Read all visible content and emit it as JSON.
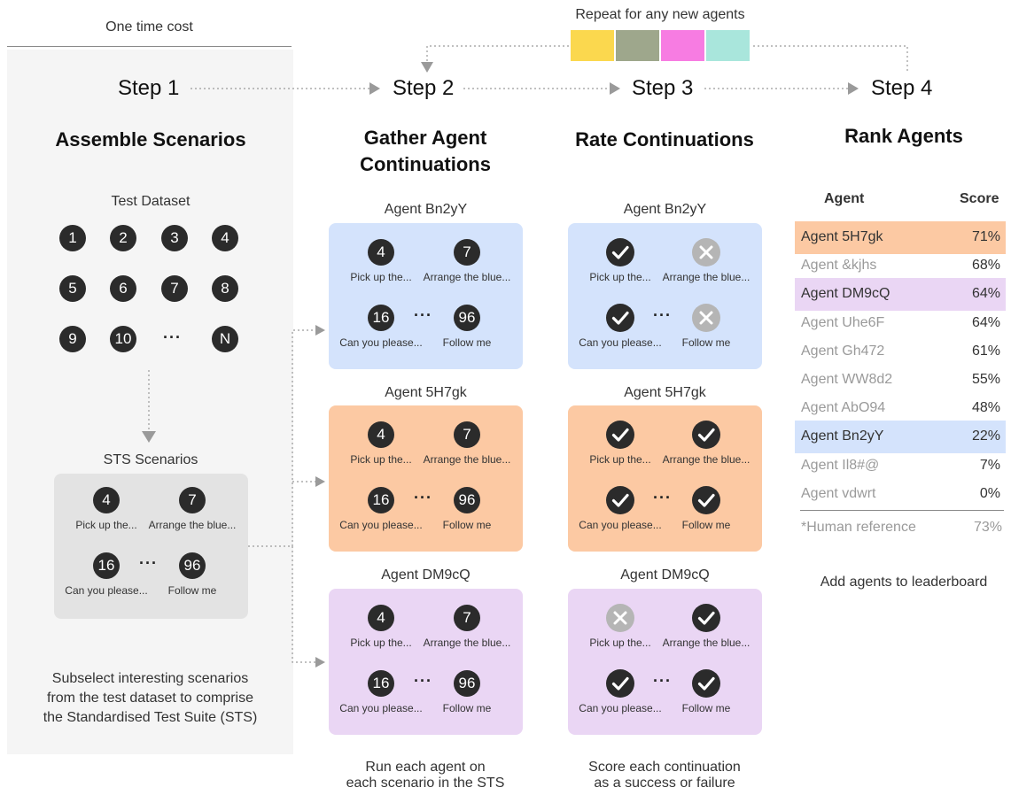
{
  "top": {
    "one_time_cost": "One time cost",
    "repeat_label": "Repeat for any new agents",
    "swatch_colors": [
      "#fbd84e",
      "#9ea78c",
      "#f77ce2",
      "#a9e6dc"
    ]
  },
  "steps": [
    "Step 1",
    "Step 2",
    "Step 3",
    "Step 4"
  ],
  "headings": {
    "assemble": "Assemble Scenarios",
    "gather_line1": "Gather Agent",
    "gather_line2": "Continuations",
    "rate": "Rate Continuations",
    "rank": "Rank Agents"
  },
  "test_dataset": {
    "title": "Test Dataset",
    "items": [
      "1",
      "2",
      "3",
      "4",
      "5",
      "6",
      "7",
      "8",
      "9",
      "10",
      "···",
      "N"
    ]
  },
  "sts": {
    "title": "STS Scenarios",
    "numbers": [
      "4",
      "7",
      "16",
      "96"
    ],
    "labels": [
      "Pick up the...",
      "Arrange the blue...",
      "Can you please...",
      "Follow me"
    ],
    "ellipsis": "···",
    "description_line1": "Subselect interesting scenarios",
    "description_line2": "from the test dataset to comprise",
    "description_line3": "the Standardised Test Suite (STS)"
  },
  "agents": [
    {
      "name": "Agent Bn2yY",
      "color": "#d4e3fc",
      "ratings": [
        "success",
        "failure",
        "success",
        "failure"
      ]
    },
    {
      "name": "Agent 5H7gk",
      "color": "#fcc9a3",
      "ratings": [
        "success",
        "success",
        "success",
        "success"
      ]
    },
    {
      "name": "Agent DM9cQ",
      "color": "#ead6f4",
      "ratings": [
        "failure",
        "success",
        "success",
        "success"
      ]
    }
  ],
  "captions": {
    "step2_line1": "Run each agent on",
    "step2_line2": "each scenario in the STS",
    "step3_line1": "Score each continuation",
    "step3_line2": "as a success or failure"
  },
  "leaderboard": {
    "header_agent": "Agent",
    "header_score": "Score",
    "rows": [
      {
        "name": "Agent 5H7gk",
        "score": "71%",
        "highlight": "#fcc9a3"
      },
      {
        "name": "Agent &kjhs",
        "score": "68%",
        "highlight": ""
      },
      {
        "name": "Agent DM9cQ",
        "score": "64%",
        "highlight": "#ead6f4"
      },
      {
        "name": "Agent Uhe6F",
        "score": "64%",
        "highlight": ""
      },
      {
        "name": "Agent Gh472",
        "score": "61%",
        "highlight": ""
      },
      {
        "name": "Agent WW8d2",
        "score": "55%",
        "highlight": ""
      },
      {
        "name": "Agent AbO94",
        "score": "48%",
        "highlight": ""
      },
      {
        "name": "Agent Bn2yY",
        "score": "22%",
        "highlight": "#d4e3fc"
      },
      {
        "name": "Agent Il8#@",
        "score": "7%",
        "highlight": ""
      },
      {
        "name": "Agent vdwrt",
        "score": "0%",
        "highlight": ""
      }
    ],
    "human_name": "*Human reference",
    "human_score": "73%",
    "add_label": "Add agents to leaderboard"
  }
}
